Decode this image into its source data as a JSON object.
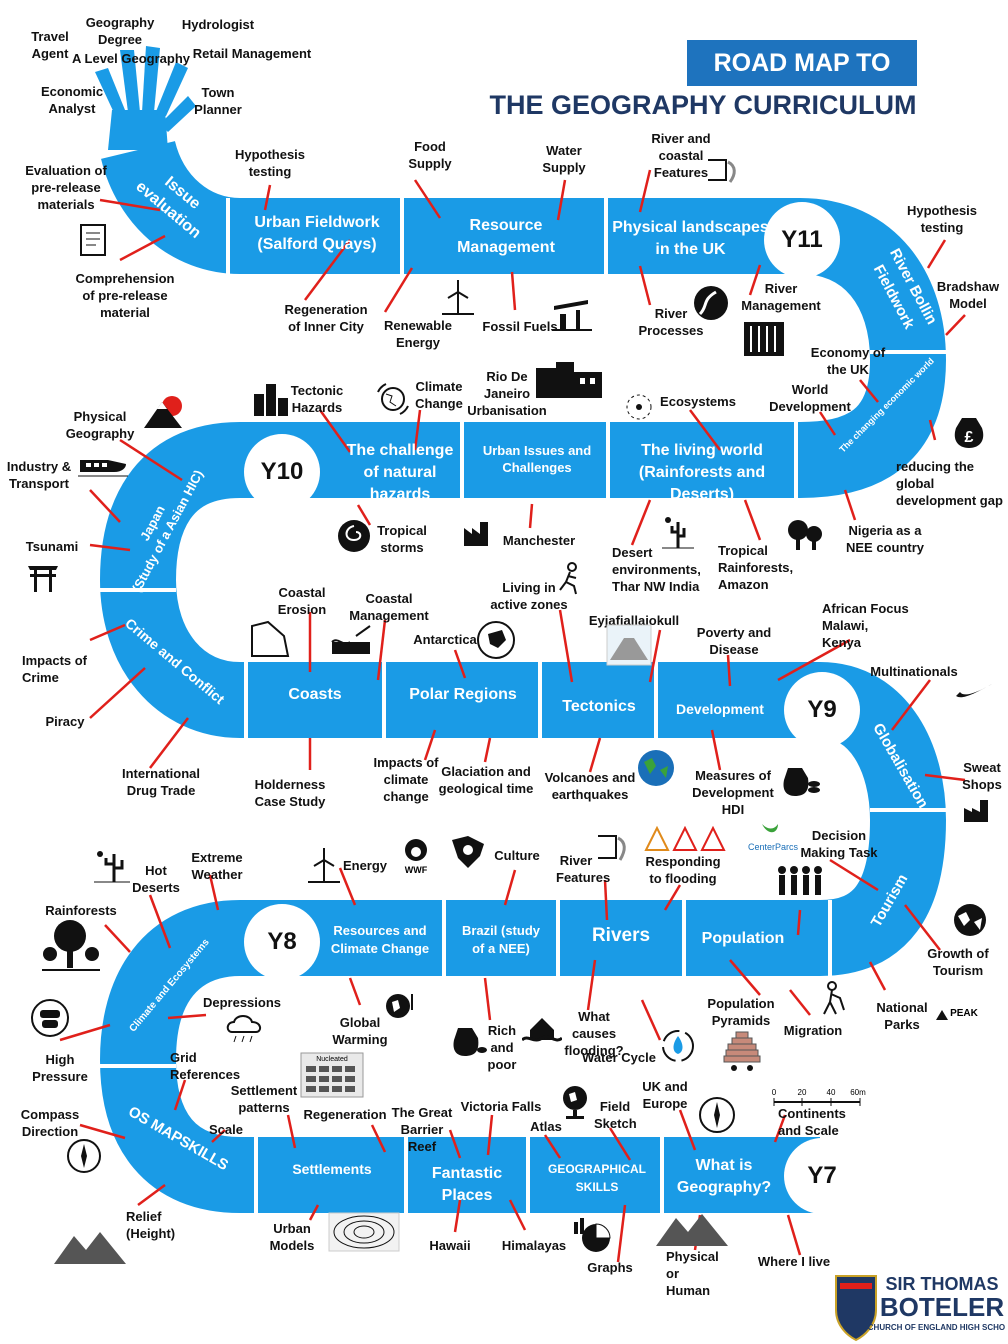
{
  "title": {
    "line1": "ROAD MAP TO",
    "line2": "THE GEOGRAPHY CURRICULUM"
  },
  "colors": {
    "road": "#1a9be6",
    "divider": "#ffffff",
    "title_box": "#1e73be",
    "title_text": "#1f3864",
    "arrow": "#e0201b"
  },
  "years": {
    "y7": "Y7",
    "y8": "Y8",
    "y9": "Y9",
    "y10": "Y10",
    "y11": "Y11"
  },
  "segments": {
    "issue_evaluation": "Issue\nevaluation",
    "urban_fieldwork": "Urban Fieldwork\n(Salford Quays)",
    "resource_management": "Resource\nManagement",
    "physical_landscapes": "Physical landscapes\nin the UK",
    "river_bollin": "River Bollin\nFieldwork",
    "changing_economic": "The changing economic world",
    "challenge_natural": "The challenge\nof natural\nhazards",
    "urban_issues": "Urban Issues and\nChallenges",
    "living_world": "The living world\n(Rainforests and\nDeserts)",
    "japan": "Japan\n(Study of a Asian HIC)",
    "crime": "Crime and Conflict",
    "coasts": "Coasts",
    "polar": "Polar Regions",
    "tectonics": "Tectonics",
    "development": "Development",
    "globalisation": "Globalisation",
    "tourism": "Tourism",
    "climate_eco": "Climate and Ecosystems",
    "resources_cc": "Resources and\nClimate Change",
    "brazil": "Brazil (study\nof a NEE)",
    "rivers": "Rivers",
    "population": "Population",
    "os_mapskills": "OS MAPSKILLS",
    "settlements": "Settlements",
    "fantastic": "Fantastic\nPlaces",
    "geo_skills": "GEOGRAPHICAL\nSKILLS",
    "what_is_geo": "What is\nGeography?"
  },
  "labels": {
    "travel_agent": "Travel\nAgent",
    "geo_degree": "Geography\nDegree",
    "a_level": "A Level Geography",
    "hydrologist": "Hydrologist",
    "retail": "Retail Management",
    "econ_analyst": "Economic\nAnalyst",
    "town_planner": "Town\nPlanner",
    "eval_prerelease": "Evaluation of\npre-release\nmaterials",
    "comp_prerelease": "Comprehension\nof pre-release\nmaterial",
    "hypothesis1": "Hypothesis\ntesting",
    "food": "Food\nSupply",
    "water": "Water\nSupply",
    "river_coastal": "River and\ncoastal\nFeatures",
    "hypothesis2": "Hypothesis\ntesting",
    "bradshaw": "Bradshaw\nModel",
    "regeneration_ic": "Regeneration\nof Inner City",
    "renewable": "Renewable\nEnergy",
    "fossil": "Fossil Fuels",
    "river_processes": "River\nProcesses",
    "river_management": "River\nManagement",
    "economy_uk": "Economy of\nthe UK",
    "world_dev": "World\nDevelopment",
    "reducing_gap": "reducing the\nglobal\ndevelopment gap",
    "nigeria": "Nigeria as a\nNEE country",
    "tectonic_hazards": "Tectonic\nHazards",
    "climate_change": "Climate\nChange",
    "rio": "Rio De\nJaneiro\nUrbanisation",
    "ecosystems": "Ecosystems",
    "physical_geo": "Physical\nGeography",
    "industry": "Industry &\nTransport",
    "tsunami": "Tsunami",
    "tropical_storms": "Tropical\nstorms",
    "manchester": "Manchester",
    "desert_env": "Desert\nenvironments,\nThar NW India",
    "tropical_rf": "Tropical\nRainforests,\nAmazon",
    "coastal_erosion": "Coastal\nErosion",
    "coastal_mgmt": "Coastal\nManagement",
    "antarctica": "Antarctica",
    "living_active": "Living in\nactive zones",
    "eyja": "Eyjafjallajokull",
    "poverty": "Poverty and\nDisease",
    "african": "African Focus\nMalawi,\nKenya",
    "multinationals": "Multinationals",
    "sweat": "Sweat\nShops",
    "impacts_crime": "Impacts of\nCrime",
    "piracy": "Piracy",
    "drug_trade": "International\nDrug Trade",
    "holderness": "Holderness\nCase Study",
    "impacts_cc": "Impacts of\nclimate\nchange",
    "glaciation": "Glaciation and\ngeological time",
    "volcanoes": "Volcanoes and\nearthquakes",
    "measures_dev": "Measures of\nDevelopment\nHDI",
    "hot_deserts": "Hot\nDeserts",
    "extreme_weather": "Extreme\nWeather",
    "energy": "Energy",
    "culture": "Culture",
    "river_features": "River\nFeatures",
    "responding": "Responding\nto flooding",
    "decision": "Decision\nMaking Task",
    "rainforests": "Rainforests",
    "growth_tourism": "Growth of\nTourism",
    "depressions": "Depressions",
    "global_warming": "Global\nWarming",
    "rich_poor": "Rich\nand\npoor",
    "what_flooding": "What causes\nflooding?",
    "water_cycle": "Water Cycle",
    "pop_pyramids": "Population\nPyramids",
    "migration": "Migration",
    "national_parks": "National\nParks",
    "high_pressure": "High\nPressure",
    "grid_refs": "Grid\nReferences",
    "settlement_patterns": "Settlement\npatterns",
    "regeneration": "Regeneration",
    "gbr": "The Great\nBarrier Reef",
    "victoria": "Victoria Falls",
    "atlas": "Atlas",
    "field_sketch": "Field\nSketch",
    "uk_europe": "UK and\nEurope",
    "continents": "Continents\nand Scale",
    "compass": "Compass\nDirection",
    "scale": "Scale",
    "relief": "Relief\n(Height)",
    "urban_models": "Urban\nModels",
    "hawaii": "Hawaii",
    "himalayas": "Himalayas",
    "graphs": "Graphs",
    "physical_human": "Physical\nor\nHuman",
    "where_live": "Where I live"
  },
  "scale_bar": {
    "ticks": [
      "0",
      "20",
      "40",
      "60m"
    ]
  },
  "icon_texts": {
    "nucleated": "Nucleated",
    "wwf": "WWF",
    "center_parcs": "CenterParcs",
    "peak": "PEAK"
  },
  "school": {
    "line1": "SIR THOMAS",
    "line2": "BOTELER",
    "line3": "CHURCH OF ENGLAND HIGH SCHOOL"
  },
  "icons": [
    "document-icon",
    "wind-turbine-icon",
    "oil-pump-icon",
    "waterfall-icon",
    "river-icon",
    "dam-icon",
    "city-icon",
    "earth-icon",
    "mountain-sun-icon",
    "train-icon",
    "torii-icon",
    "cyclone-icon",
    "factory-icon",
    "favela-icon",
    "ecosystem-icon",
    "cactus-icon",
    "tree-icon",
    "cliff-icon",
    "seawall-icon",
    "antarctica-icon",
    "runner-icon",
    "volcano-icon",
    "globe-icon",
    "money-bag-icon",
    "nike-icon",
    "sweatshop-icon",
    "people-icon",
    "flood-warning-icon",
    "rain-cloud-icon",
    "traffic-icon",
    "settlement-grid-icon",
    "brazil-map-icon",
    "flood-house-icon",
    "water-drop-icon",
    "pyramid-icon",
    "migrant-icon",
    "compass-icon",
    "mountains-icon",
    "pie-chart-icon",
    "target-map-icon",
    "pound-icon"
  ]
}
